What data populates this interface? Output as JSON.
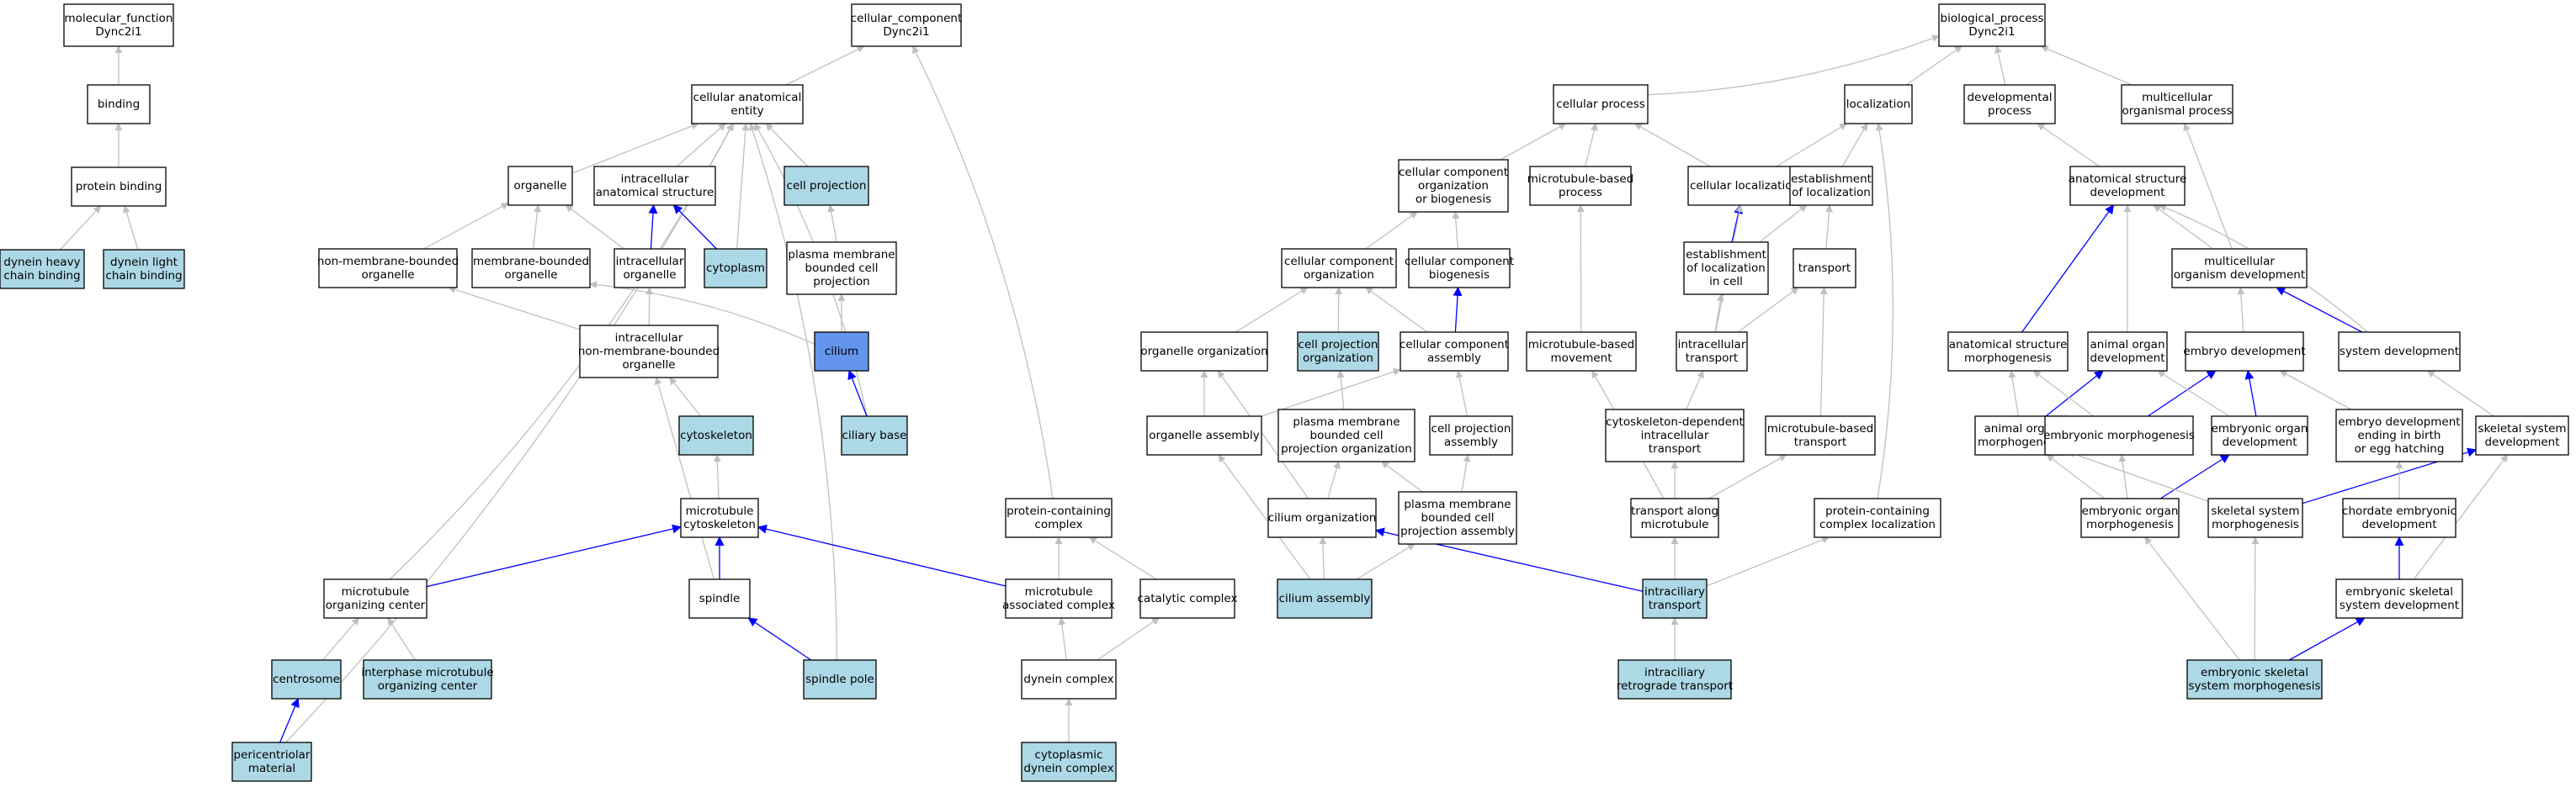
{
  "colors": {
    "plain": "#ffffff",
    "annotated": "#add8e6",
    "query": "#6495ed",
    "edge_is_a": "#c0c0c0",
    "edge_highlight": "#0000ff"
  },
  "nodes": {
    "mf": {
      "lines": [
        "molecular_function",
        "Dync2i1"
      ]
    },
    "binding": {
      "lines": [
        "binding"
      ]
    },
    "protein_binding": {
      "lines": [
        "protein binding"
      ]
    },
    "dhc_binding": {
      "lines": [
        "dynein heavy",
        "chain binding"
      ]
    },
    "dlc_binding": {
      "lines": [
        "dynein light",
        "chain binding"
      ]
    },
    "cc": {
      "lines": [
        "cellular_component",
        "Dync2i1"
      ]
    },
    "cae": {
      "lines": [
        "cellular anatomical",
        "entity"
      ]
    },
    "organelle": {
      "lines": [
        "organelle"
      ]
    },
    "ias": {
      "lines": [
        "intracellular",
        "anatomical structure"
      ]
    },
    "cell_projection": {
      "lines": [
        "cell projection"
      ]
    },
    "nmbo": {
      "lines": [
        "non-membrane-bounded",
        "organelle"
      ]
    },
    "mbo": {
      "lines": [
        "membrane-bounded",
        "organelle"
      ]
    },
    "intra_organelle": {
      "lines": [
        "intracellular",
        "organelle"
      ]
    },
    "cytoplasm": {
      "lines": [
        "cytoplasm"
      ]
    },
    "pmbcp": {
      "lines": [
        "plasma membrane",
        "bounded cell",
        "projection"
      ]
    },
    "inmbo": {
      "lines": [
        "intracellular",
        "non-membrane-bounded",
        "organelle"
      ]
    },
    "cilium": {
      "lines": [
        "cilium"
      ]
    },
    "cytoskeleton": {
      "lines": [
        "cytoskeleton"
      ]
    },
    "ciliary_base": {
      "lines": [
        "ciliary base"
      ]
    },
    "mt_cytoskeleton": {
      "lines": [
        "microtubule",
        "cytoskeleton"
      ]
    },
    "mtoc": {
      "lines": [
        "microtubule",
        "organizing center"
      ]
    },
    "spindle": {
      "lines": [
        "spindle"
      ]
    },
    "centrosome": {
      "lines": [
        "centrosome"
      ]
    },
    "imtoc": {
      "lines": [
        "interphase microtubule",
        "organizing center"
      ]
    },
    "spindle_pole": {
      "lines": [
        "spindle pole"
      ]
    },
    "pericentriolar": {
      "lines": [
        "pericentriolar",
        "material"
      ]
    },
    "pcc": {
      "lines": [
        "protein-containing",
        "complex"
      ]
    },
    "mt_assoc_complex": {
      "lines": [
        "microtubule",
        "associated complex"
      ]
    },
    "catalytic_complex": {
      "lines": [
        "catalytic complex"
      ]
    },
    "dynein_complex": {
      "lines": [
        "dynein complex"
      ]
    },
    "cyto_dynein_complex": {
      "lines": [
        "cytoplasmic",
        "dynein complex"
      ]
    },
    "bp": {
      "lines": [
        "biological_process",
        "Dync2i1"
      ]
    },
    "cellular_process": {
      "lines": [
        "cellular process"
      ]
    },
    "localization": {
      "lines": [
        "localization"
      ]
    },
    "developmental_process": {
      "lines": [
        "developmental",
        "process"
      ]
    },
    "mcop": {
      "lines": [
        "multicellular",
        "organismal process"
      ]
    },
    "ccob": {
      "lines": [
        "cellular component",
        "organization",
        "or biogenesis"
      ]
    },
    "mt_based_process": {
      "lines": [
        "microtubule-based",
        "process"
      ]
    },
    "cellular_localization": {
      "lines": [
        "cellular localization"
      ]
    },
    "est_localization": {
      "lines": [
        "establishment",
        "of localization"
      ]
    },
    "asd": {
      "lines": [
        "anatomical structure",
        "development"
      ]
    },
    "cco": {
      "lines": [
        "cellular component",
        "organization"
      ]
    },
    "ccb": {
      "lines": [
        "cellular component",
        "biogenesis"
      ]
    },
    "elic": {
      "lines": [
        "establishment",
        "of localization",
        "in cell"
      ]
    },
    "transport": {
      "lines": [
        "transport"
      ]
    },
    "mod": {
      "lines": [
        "multicellular",
        "organism development"
      ]
    },
    "organelle_org": {
      "lines": [
        "organelle organization"
      ]
    },
    "cpo": {
      "lines": [
        "cell projection",
        "organization"
      ]
    },
    "cca": {
      "lines": [
        "cellular component",
        "assembly"
      ]
    },
    "mt_based_movement": {
      "lines": [
        "microtubule-based",
        "movement"
      ]
    },
    "intracellular_transport": {
      "lines": [
        "intracellular",
        "transport"
      ]
    },
    "asm": {
      "lines": [
        "anatomical structure",
        "morphogenesis"
      ]
    },
    "aod": {
      "lines": [
        "animal organ",
        "development"
      ]
    },
    "embryo_dev": {
      "lines": [
        "embryo development"
      ]
    },
    "system_dev": {
      "lines": [
        "system development"
      ]
    },
    "organelle_assembly": {
      "lines": [
        "organelle assembly"
      ]
    },
    "pmbcpo": {
      "lines": [
        "plasma membrane",
        "bounded cell",
        "projection organization"
      ]
    },
    "cpa": {
      "lines": [
        "cell projection",
        "assembly"
      ]
    },
    "cdit": {
      "lines": [
        "cytoskeleton-dependent",
        "intracellular",
        "transport"
      ]
    },
    "mt_based_transport": {
      "lines": [
        "microtubule-based",
        "transport"
      ]
    },
    "aom": {
      "lines": [
        "animal organ",
        "morphogenesis"
      ]
    },
    "emb_morph": {
      "lines": [
        "embryonic morphogenesis"
      ]
    },
    "eod": {
      "lines": [
        "embryonic organ",
        "development"
      ]
    },
    "edeb": {
      "lines": [
        "embryo development",
        "ending in birth",
        "or egg hatching"
      ]
    },
    "ssd": {
      "lines": [
        "skeletal system",
        "development"
      ]
    },
    "cilium_org": {
      "lines": [
        "cilium organization"
      ]
    },
    "pmbcpa": {
      "lines": [
        "plasma membrane",
        "bounded cell",
        "projection assembly"
      ]
    },
    "tam": {
      "lines": [
        "transport along",
        "microtubule"
      ]
    },
    "pccl": {
      "lines": [
        "protein-containing",
        "complex localization"
      ]
    },
    "eom": {
      "lines": [
        "embryonic organ",
        "morphogenesis"
      ]
    },
    "ssm": {
      "lines": [
        "skeletal system",
        "morphogenesis"
      ]
    },
    "ced": {
      "lines": [
        "chordate embryonic",
        "development"
      ]
    },
    "cilium_assembly": {
      "lines": [
        "cilium assembly"
      ]
    },
    "ift": {
      "lines": [
        "intraciliary",
        "transport"
      ]
    },
    "esd": {
      "lines": [
        "embryonic skeletal",
        "system development"
      ]
    },
    "irt": {
      "lines": [
        "intraciliary",
        "retrograde transport"
      ]
    },
    "essm": {
      "lines": [
        "embryonic skeletal",
        "system morphogenesis"
      ]
    }
  }
}
